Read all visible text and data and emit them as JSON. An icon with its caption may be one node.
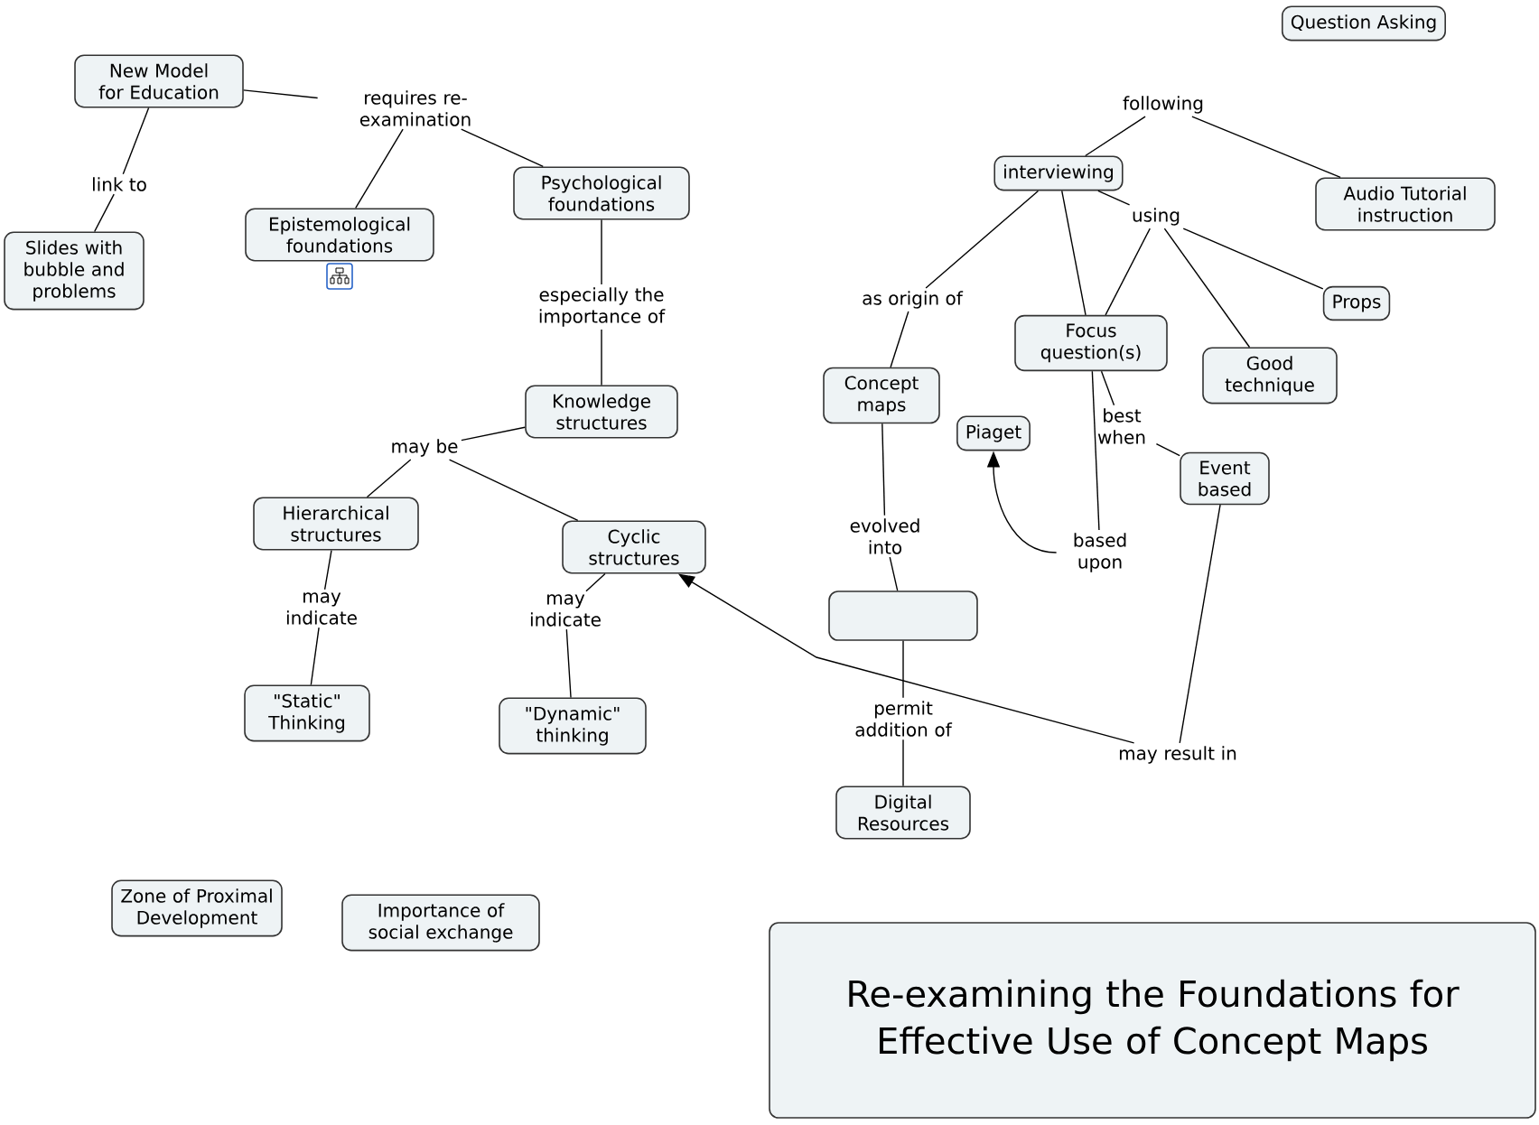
{
  "diagram": {
    "title": "Re-examining the Foundations for Effective Use of Concept Maps",
    "nodes": [
      {
        "text": [
          "New Model for Education"
        ]
      },
      {
        "text": [
          "requires re-examination"
        ]
      },
      {
        "text": [
          "link to"
        ]
      },
      {
        "text": [
          "Slides with bubble and problems"
        ]
      },
      {
        "text": [
          "Epistemological foundations"
        ]
      },
      {
        "text": [
          "Psychological foundations"
        ]
      },
      {
        "text": [
          "especially the importance of"
        ]
      },
      {
        "text": [
          "Knowledge structures"
        ]
      },
      {
        "text": [
          "may be"
        ]
      },
      {
        "text": [
          "Hierarchical structures"
        ]
      },
      {
        "text": [
          "Cyclic structures"
        ]
      },
      {
        "text": [
          "may indicate"
        ]
      },
      {
        "text": [
          "may indicate"
        ]
      },
      {
        "text": [
          "\"Static\" Thinking"
        ]
      },
      {
        "text": [
          "\"Dynamic\" thinking"
        ]
      },
      {
        "text": [
          "Question Asking"
        ]
      },
      {
        "text": [
          "following"
        ]
      },
      {
        "text": [
          "interviewing"
        ]
      },
      {
        "text": [
          "Audio Tutorial instruction"
        ]
      },
      {
        "text": [
          "using"
        ]
      },
      {
        "text": [
          "as origin of"
        ]
      },
      {
        "text": [
          "Focus question(s)"
        ]
      },
      {
        "text": [
          "Props"
        ]
      },
      {
        "text": [
          "Good technique"
        ]
      },
      {
        "text": [
          "Concept maps"
        ]
      },
      {
        "text": [
          "Piaget"
        ]
      },
      {
        "text": [
          "best when"
        ]
      },
      {
        "text": [
          "Event based"
        ]
      },
      {
        "text": [
          "evolved into"
        ]
      },
      {
        "text": [
          "based upon"
        ]
      },
      {
        "text": [],
        "shape": "box"
      },
      {
        "text": [
          "permit addition of"
        ]
      },
      {
        "text": [
          "may result in"
        ]
      },
      {
        "text": [
          "Digital Resources"
        ]
      },
      {
        "text": [
          "Zone of Proximal Development"
        ]
      },
      {
        "text": [
          "Importance of social exchange"
        ]
      }
    ],
    "edges": [
      {
        "from": 0,
        "to": 1,
        "arrow": "none"
      },
      {
        "from": 1,
        "to": 4,
        "arrow": "none"
      },
      {
        "from": 1,
        "to": 5,
        "arrow": "none"
      },
      {
        "from": 0,
        "to": 2,
        "arrow": "none"
      },
      {
        "from": 2,
        "to": 3,
        "arrow": "none"
      },
      {
        "from": 5,
        "to": 6,
        "arrow": "none"
      },
      {
        "from": 6,
        "to": 7,
        "arrow": "none"
      },
      {
        "from": 7,
        "to": 8,
        "arrow": "none"
      },
      {
        "from": 8,
        "to": 9,
        "arrow": "none"
      },
      {
        "from": 8,
        "to": 10,
        "arrow": "none"
      },
      {
        "from": 9,
        "to": 11,
        "arrow": "none"
      },
      {
        "from": 11,
        "to": 13,
        "arrow": "none"
      },
      {
        "from": 10,
        "to": 12,
        "arrow": "none"
      },
      {
        "from": 12,
        "to": 14,
        "arrow": "none"
      },
      {
        "from": 17,
        "to": 16,
        "arrow": "none"
      },
      {
        "from": 16,
        "to": 18,
        "arrow": "none"
      },
      {
        "from": 17,
        "to": 19,
        "arrow": "none"
      },
      {
        "from": 19,
        "to": 21,
        "arrow": "none"
      },
      {
        "from": 19,
        "to": 23,
        "arrow": "none"
      },
      {
        "from": 19,
        "to": 22,
        "arrow": "none"
      },
      {
        "from": 17,
        "to": 20,
        "arrow": "none"
      },
      {
        "from": 20,
        "to": 24,
        "arrow": "none"
      },
      {
        "from": 17,
        "to": 21,
        "arrow": "none"
      },
      {
        "from": 21,
        "to": 26,
        "arrow": "none"
      },
      {
        "from": 26,
        "to": 27,
        "arrow": "none"
      },
      {
        "from": 21,
        "to": 29,
        "arrow": "none"
      },
      {
        "from": 29,
        "to": 25,
        "arrow": "to"
      },
      {
        "from": 24,
        "to": 28,
        "arrow": "none"
      },
      {
        "from": 28,
        "to": 30,
        "arrow": "none"
      },
      {
        "from": 30,
        "to": 31,
        "arrow": "none"
      },
      {
        "from": 31,
        "to": 33,
        "arrow": "none"
      },
      {
        "from": 27,
        "to": 32,
        "arrow": "none"
      },
      {
        "from": 32,
        "to": 10,
        "arrow": "to"
      }
    ]
  }
}
